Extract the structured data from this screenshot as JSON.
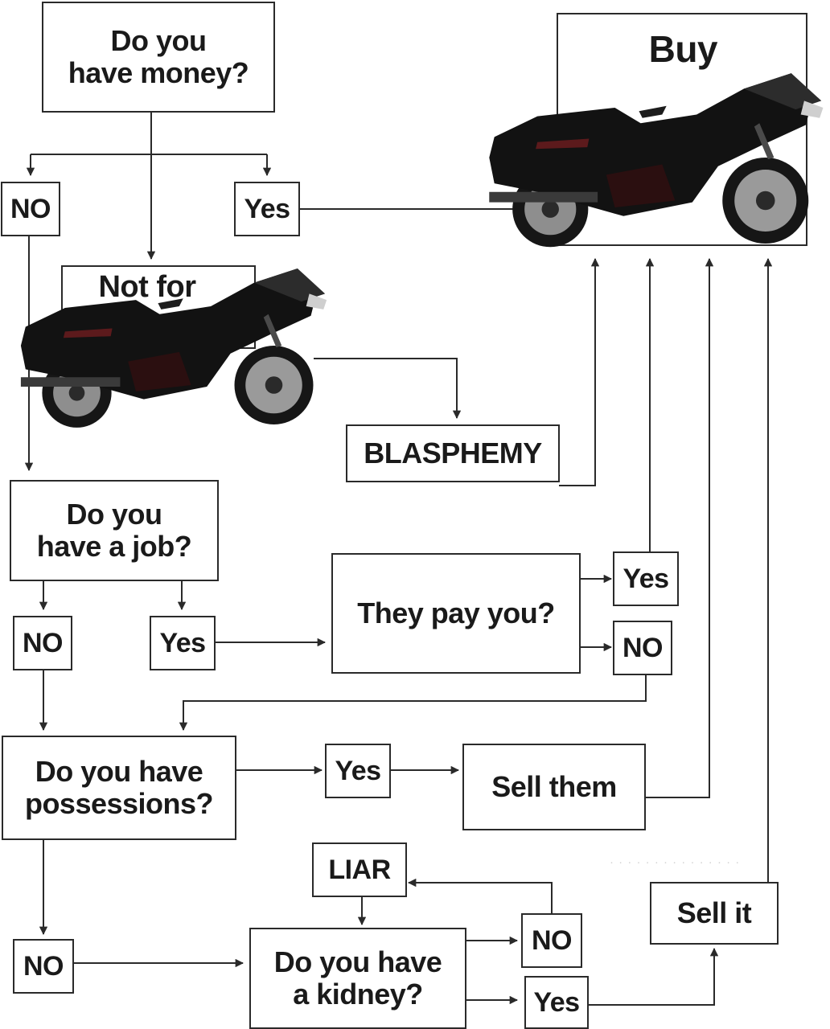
{
  "nodes": {
    "money_q": "Do you\nhave money?",
    "money_no": "NO",
    "money_yes": "Yes",
    "not_for": "Not for",
    "buy": "Buy",
    "blasphemy": "BLASPHEMY",
    "job_q": "Do you\nhave a job?",
    "job_no": "NO",
    "job_yes": "Yes",
    "pay_q": "They pay you?",
    "pay_yes": "Yes",
    "pay_no": "NO",
    "possessions_q": "Do you have\npossessions?",
    "possessions_yes": "Yes",
    "sell_them": "Sell them",
    "liar": "LIAR",
    "possessions_no": "NO",
    "kidney_q": "Do you have\na kidney?",
    "kidney_no": "NO",
    "kidney_yes": "Yes",
    "sell_it": "Sell it"
  },
  "colors": {
    "line": "#2a2a2a",
    "bike_body": "#141414",
    "bike_accent": "#5c1a1c",
    "chrome": "#9a9a9a"
  }
}
